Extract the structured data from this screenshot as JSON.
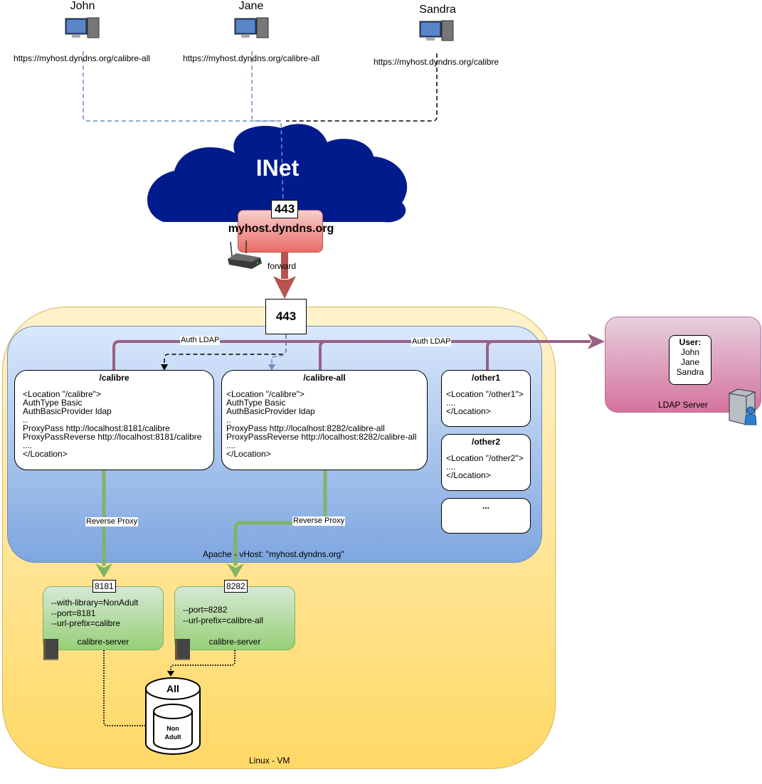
{
  "users": [
    {
      "name": "John",
      "url": "https://myhost.dyndns.org/calibre-all"
    },
    {
      "name": "Jane",
      "url": "https://myhost.dyndns.org/calibre-all"
    },
    {
      "name": "Sandra",
      "url": "https://myhost.dyndns.org/calibre"
    }
  ],
  "internet": {
    "cloud_label": "INet",
    "router_port": "443",
    "hostname": "myhost.dyndns.org",
    "forward_label": "forward"
  },
  "vm": {
    "label": "Linux - VM",
    "entry_port": "443"
  },
  "apache": {
    "label": "Apache - vHost: \"myhost.dyndns.org\"",
    "auth_label": "Auth LDAP",
    "reverse_proxy_label": "Reverse Proxy",
    "locations": [
      {
        "title": "/calibre",
        "body": "<Location \"/calibre\">\nAuthType Basic\nAuthBasicProvider ldap\n..\nProxyPass http://localhost:8181/calibre\nProxyPassReverse http://localhost:8181/calibre\n....\n</Location>"
      },
      {
        "title": "/calibre-all",
        "body": "<Location \"/calibre\">\nAuthType Basic\nAuthBasicProvider ldap\n..\nProxyPass http://localhost:8282/calibre-all\nProxyPassReverse http://localhost:8282/calibre-all\n....\n</Location>"
      },
      {
        "title": "/other1",
        "body": "<Location \"/other1\">\n....\n</Location>"
      },
      {
        "title": "/other2",
        "body": "<Location \"/other2\">\n....\n</Location>"
      },
      {
        "title": "...",
        "body": ""
      }
    ]
  },
  "calibre_servers": [
    {
      "port": "8181",
      "args": "--with-library=NonAdult\n--port=8181\n--url-prefix=calibre",
      "name": "calibre-server"
    },
    {
      "port": "8282",
      "args": "--port=8282\n--url-prefix=calibre-all",
      "name": "calibre-server"
    }
  ],
  "libraries": {
    "outer": "All",
    "inner_line1": "Non",
    "inner_line2": "Adult"
  },
  "ldap": {
    "label": "LDAP Server",
    "users_title": "User:",
    "users": [
      "John",
      "Jane",
      "Sandra"
    ]
  },
  "colors": {
    "cloud": "#001C8C",
    "auth_edge": "#996185",
    "proxy_edge": "#82B366",
    "forward_arrow": "#B85450",
    "user_edge_blue": "#6C8EBF"
  }
}
